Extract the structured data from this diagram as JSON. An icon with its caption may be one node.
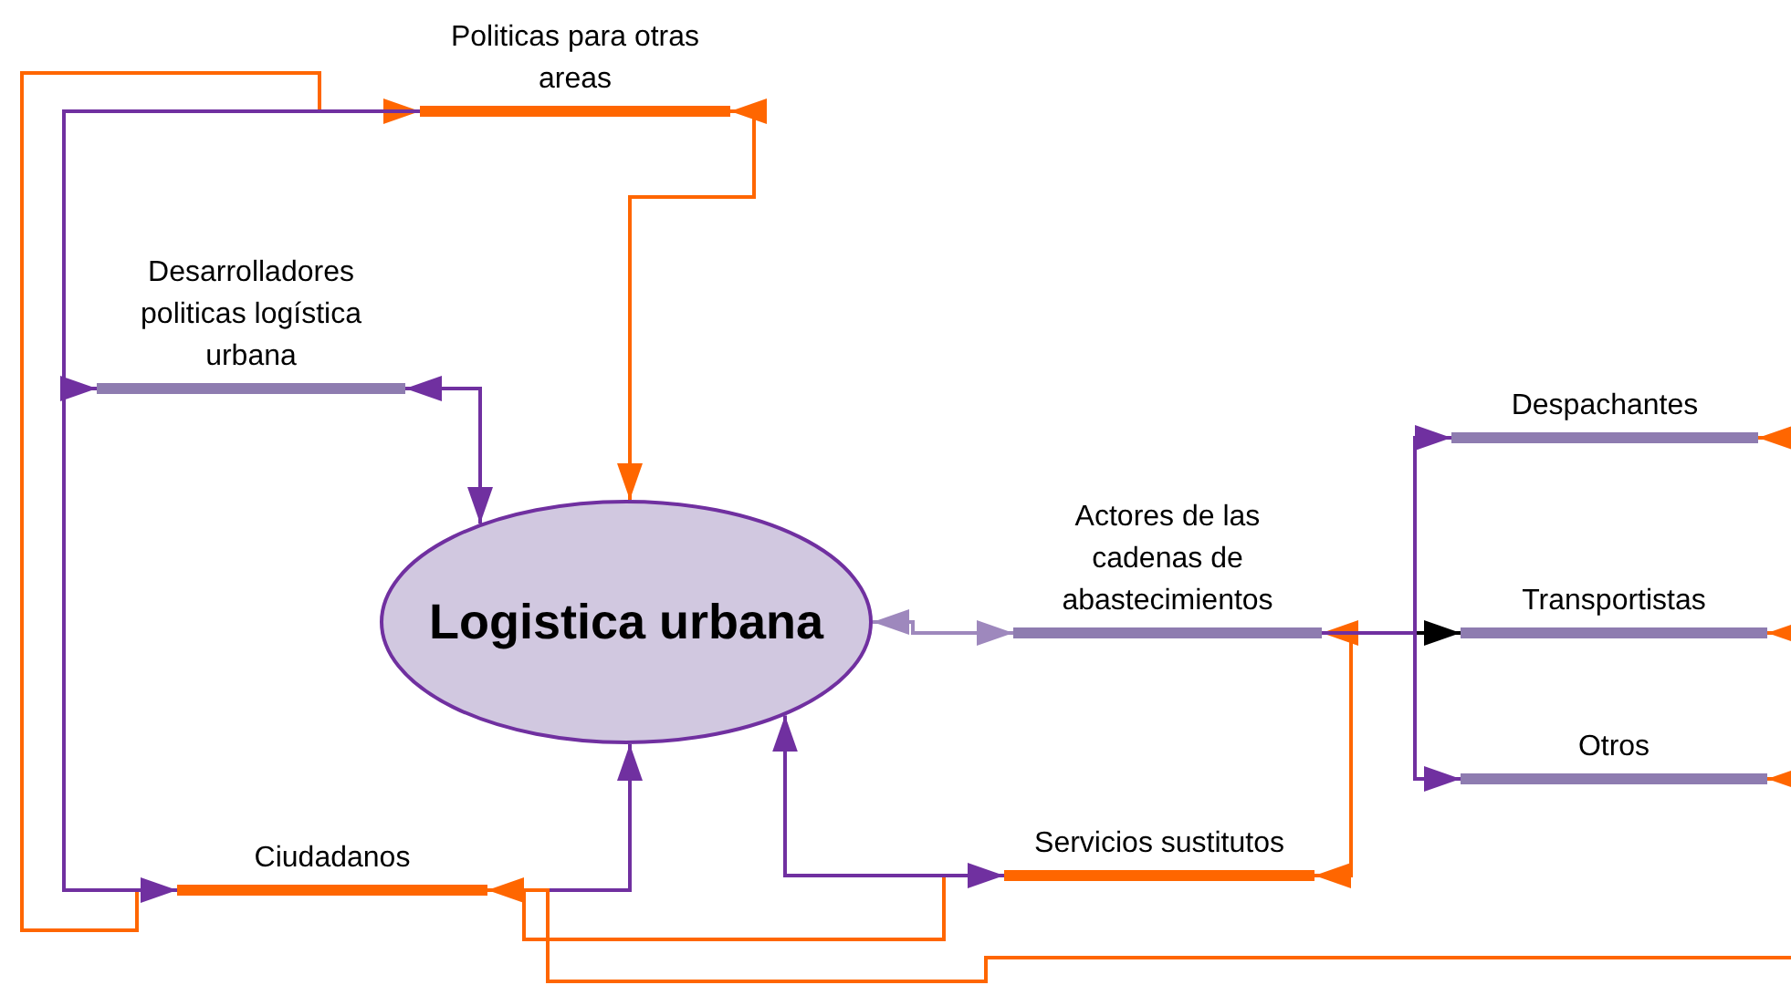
{
  "diagram": {
    "nodes": [
      {
        "text": [
          "Politicas para otras areas"
        ]
      },
      {
        "text": [
          "Desarrolladores politicas logística urbana"
        ]
      },
      {
        "text": [
          "Logistica urbana"
        ]
      },
      {
        "text": [
          "Actores de las cadenas de abastecimientos"
        ]
      },
      {
        "text": [
          "Despachantes"
        ]
      },
      {
        "text": [
          "Transportistas"
        ]
      },
      {
        "text": [
          "Otros"
        ]
      },
      {
        "text": [
          "Ciudadanos"
        ]
      },
      {
        "text": [
          "Servicios sustitutos"
        ]
      }
    ],
    "edges": [
      {
        "from": 0,
        "to": 2,
        "arrow": "both"
      },
      {
        "from": 1,
        "to": 2,
        "arrow": "both",
        "color": "#7030a0"
      },
      {
        "from": 7,
        "to": 0,
        "arrow": "to"
      },
      {
        "from": 0,
        "to": 1,
        "arrow": "to",
        "color": "#7030a0"
      },
      {
        "from": 0,
        "to": 7,
        "arrow": "to",
        "color": "#7030a0"
      },
      {
        "from": 7,
        "to": 2,
        "arrow": "to",
        "color": "#7030a0"
      },
      {
        "from": 8,
        "to": 7,
        "arrow": "to"
      },
      {
        "from": 8,
        "to": 2,
        "arrow": "both",
        "color": "#7030a0"
      },
      {
        "from": 8,
        "to": 3,
        "arrow": "both"
      },
      {
        "from": 2,
        "to": 3,
        "arrow": "both",
        "color": "#9e88bd"
      },
      {
        "from": 3,
        "to": 5,
        "arrow": "to",
        "color": "#000000"
      },
      {
        "from": 3,
        "to": 4,
        "arrow": "to",
        "color": "#7030a0"
      },
      {
        "from": 3,
        "to": 6,
        "arrow": "to",
        "color": "#7030a0"
      },
      {
        "from": null,
        "to": 4,
        "arrow": "to"
      },
      {
        "from": null,
        "to": 5,
        "arrow": "to"
      },
      {
        "from": null,
        "to": 6,
        "arrow": "to"
      },
      {
        "from": 7,
        "to": null,
        "arrow": "none"
      }
    ]
  }
}
